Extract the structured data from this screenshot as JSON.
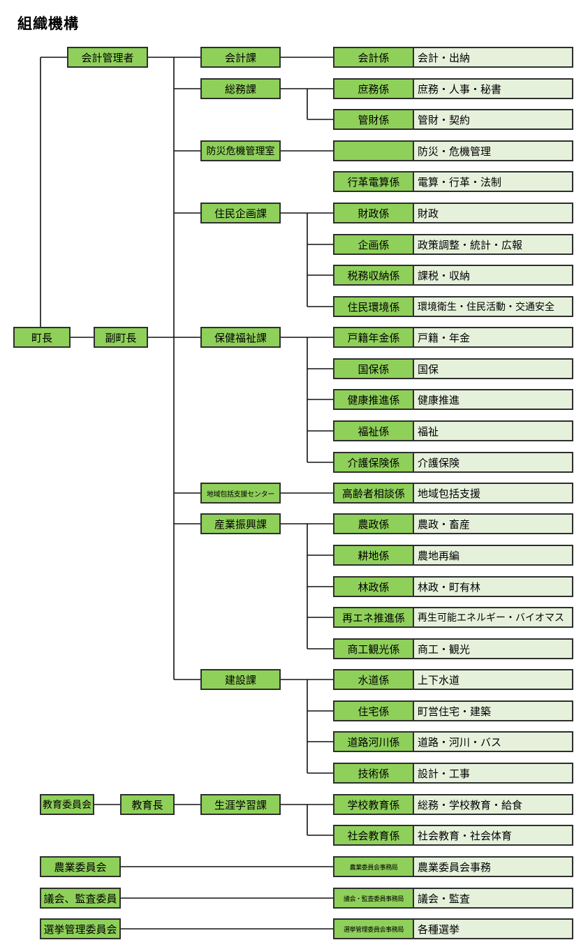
{
  "title": "組織機構",
  "top": {
    "mayor": "町長",
    "vice_mayor": "副町長",
    "accounting_manager": "会計管理者"
  },
  "sections": [
    "会計課",
    "総務課",
    "防災危機管理室",
    "住民企画課",
    "保健福祉課",
    "地域包括支援センター",
    "産業振興課",
    "建設課",
    "生涯学習課"
  ],
  "rows": [
    {
      "section": "会計課",
      "unit": "会計係",
      "duties": "会計・出納"
    },
    {
      "section": "総務課",
      "unit": "庶務係",
      "duties": "庶務・人事・秘書"
    },
    {
      "section": "",
      "unit": "管財係",
      "duties": "管財・契約"
    },
    {
      "section": "防災危機管理室",
      "unit": "",
      "duties": "防災・危機管理"
    },
    {
      "section": "",
      "unit": "行革電算係",
      "duties": "電算・行革・法制"
    },
    {
      "section": "住民企画課",
      "unit": "財政係",
      "duties": "財政"
    },
    {
      "section": "",
      "unit": "企画係",
      "duties": "政策調整・統計・広報"
    },
    {
      "section": "",
      "unit": "税務収納係",
      "duties": "課税・収納"
    },
    {
      "section": "",
      "unit": "住民環境係",
      "duties": "環境衛生・住民活動・交通安全"
    },
    {
      "section": "保健福祉課",
      "unit": "戸籍年金係",
      "duties": "戸籍・年金"
    },
    {
      "section": "",
      "unit": "国保係",
      "duties": "国保"
    },
    {
      "section": "",
      "unit": "健康推進係",
      "duties": "健康推進"
    },
    {
      "section": "",
      "unit": "福祉係",
      "duties": "福祉"
    },
    {
      "section": "",
      "unit": "介護保険係",
      "duties": "介護保険"
    },
    {
      "section": "地域包括支援センター",
      "unit": "高齢者相談係",
      "duties": "地域包括支援"
    },
    {
      "section": "産業振興課",
      "unit": "農政係",
      "duties": "農政・畜産"
    },
    {
      "section": "",
      "unit": "耕地係",
      "duties": "農地再編"
    },
    {
      "section": "",
      "unit": "林政係",
      "duties": "林政・町有林"
    },
    {
      "section": "",
      "unit": "再エネ推進係",
      "duties": "再生可能エネルギー・バイオマス"
    },
    {
      "section": "",
      "unit": "商工観光係",
      "duties": "商工・観光"
    },
    {
      "section": "建設課",
      "unit": "水道係",
      "duties": "上下水道"
    },
    {
      "section": "",
      "unit": "住宅係",
      "duties": "町営住宅・建築"
    },
    {
      "section": "",
      "unit": "道路河川係",
      "duties": "道路・河川・バス"
    },
    {
      "section": "",
      "unit": "技術係",
      "duties": "設計・工事"
    },
    {
      "section": "生涯学習課",
      "unit": "学校教育係",
      "duties": "総務・学校教育・給食"
    },
    {
      "section": "",
      "unit": "社会教育係",
      "duties": "社会教育・社会体育"
    },
    {
      "section": "",
      "unit": "農業委員会事務局",
      "duties": "農業委員会事務"
    },
    {
      "section": "",
      "unit": "議会・監査委員事務局",
      "duties": "議会・監査"
    },
    {
      "section": "",
      "unit": "選挙管理委員会事務局",
      "duties": "各種選挙"
    }
  ],
  "education": {
    "board": "教育委員会",
    "superintendent": "教育長"
  },
  "committees": [
    "農業委員会",
    "議会、監査委員",
    "選挙管理委員会"
  ],
  "colors": {
    "box_fill": "#8fd05a",
    "desc_fill": "#e6f1dc",
    "border": "#2e2e2e"
  }
}
